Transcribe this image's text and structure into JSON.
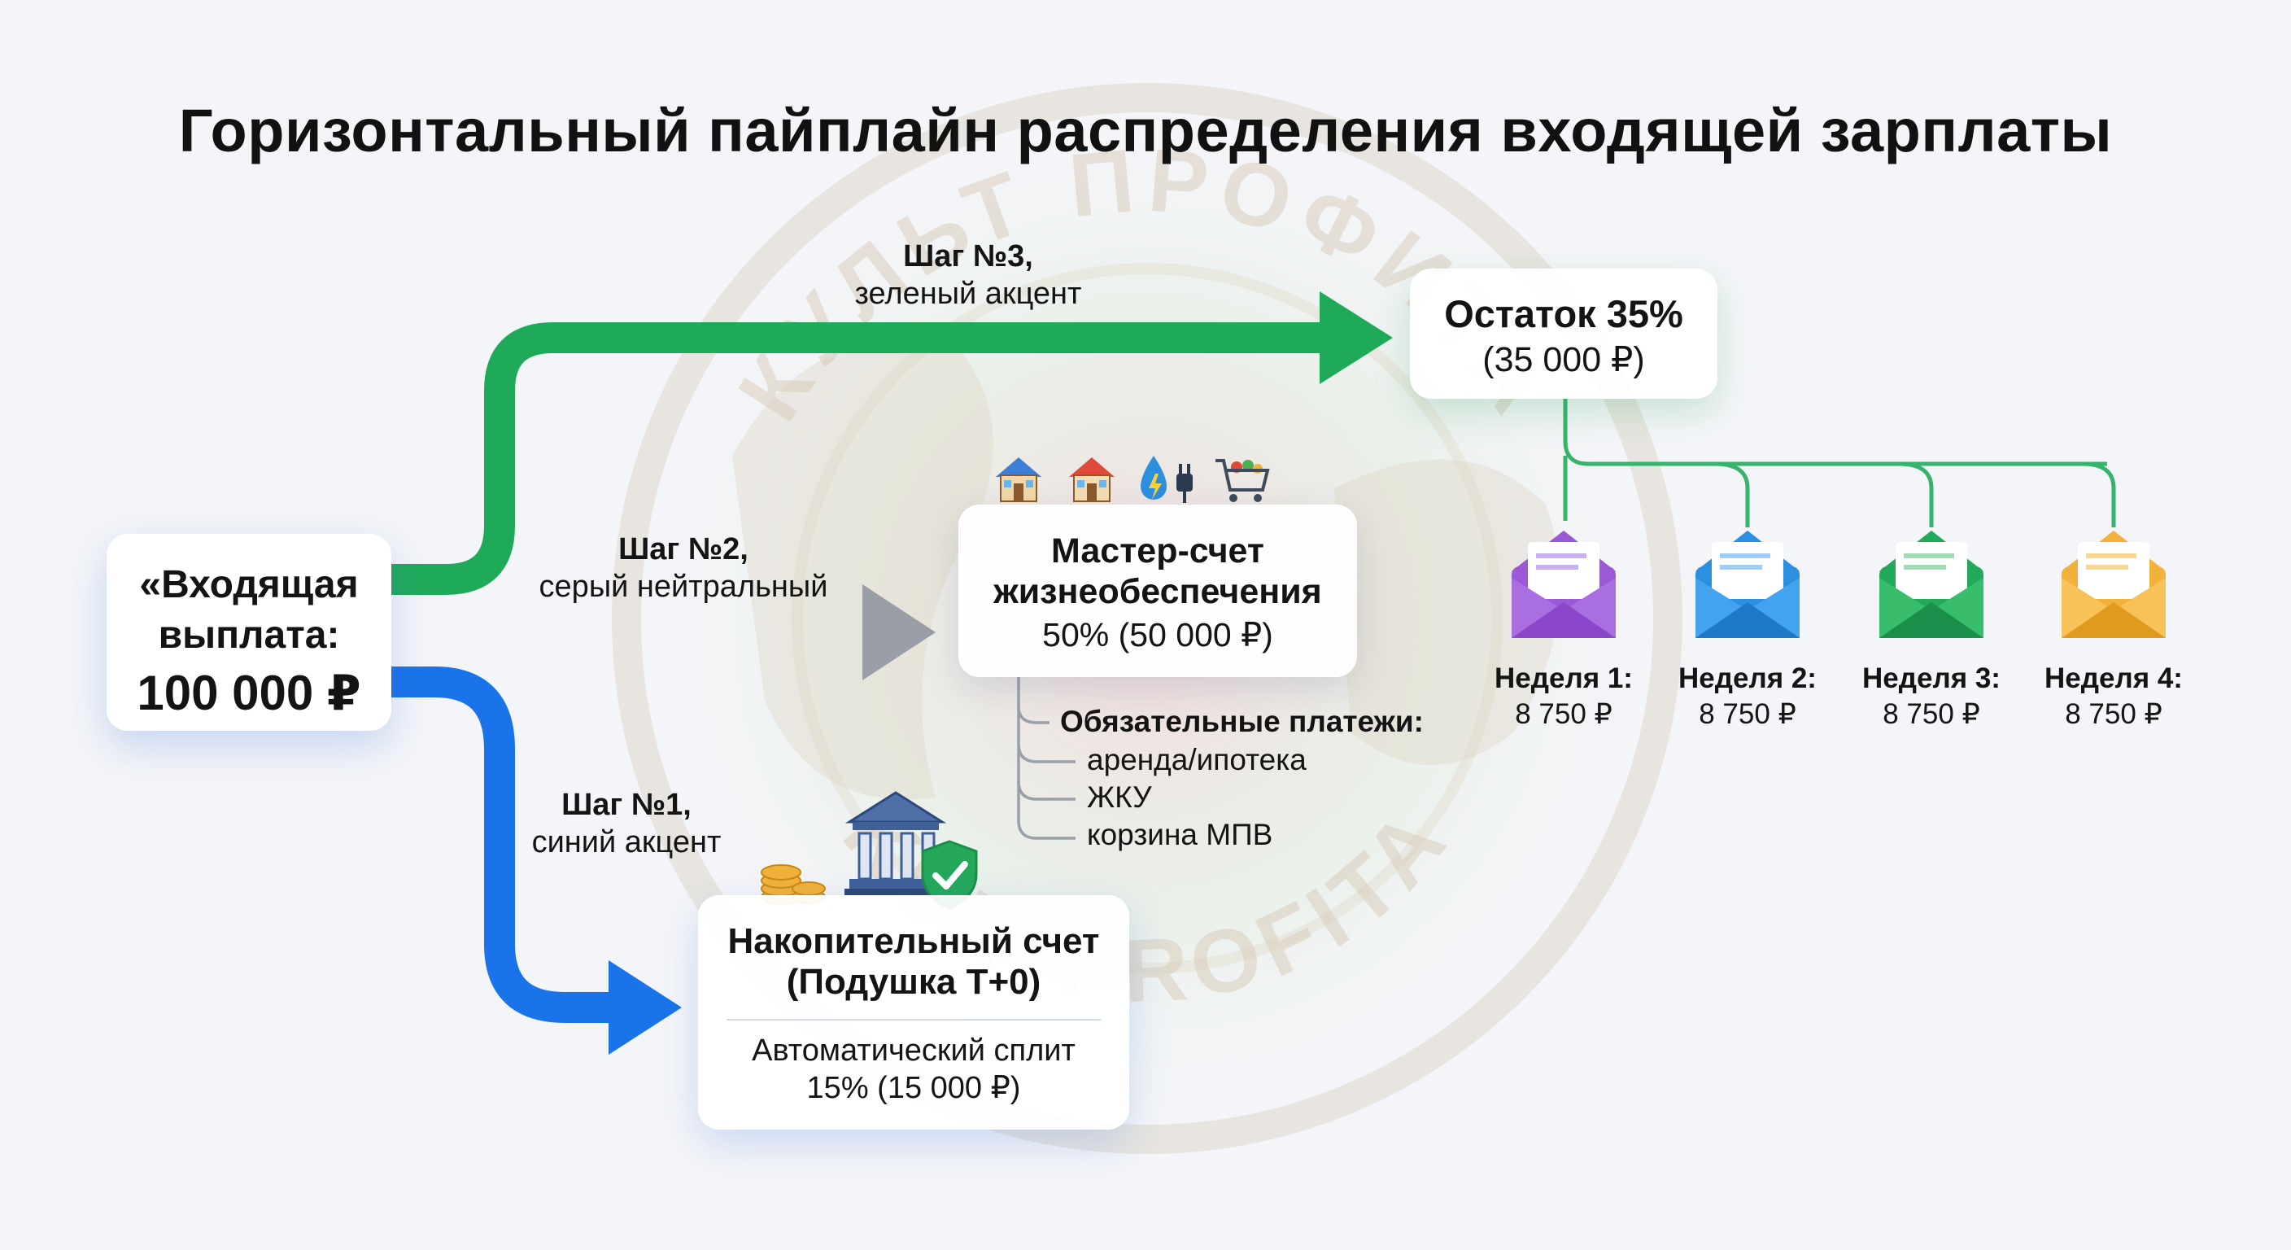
{
  "title": "Горизонтальный пайплайн распределения входящей зарплаты",
  "income": {
    "line1": "«Входящая",
    "line2": "выплата:",
    "amount": "100 000 ₽"
  },
  "steps": [
    {
      "label": "Шаг №1,",
      "caption": "синий акцент",
      "color": "#1a73e8"
    },
    {
      "label": "Шаг №2,",
      "caption": "серый нейтральный",
      "color": "#a3a7ae"
    },
    {
      "label": "Шаг №3,",
      "caption": "зеленый акцент",
      "color": "#1faa59"
    }
  ],
  "master": {
    "line1": "Мастер-счет",
    "line2": "жизнеобеспечения",
    "value": "50% (50 000 ₽)",
    "payments_title": "Обязательные платежи:",
    "payments": [
      "аренда/ипотека",
      "ЖКУ",
      "корзина МПВ"
    ],
    "icons": [
      "house-icon",
      "house-icon",
      "utility-drop-plug-icon",
      "shopping-cart-icon"
    ]
  },
  "remainder": {
    "line1": "Остаток 35%",
    "line2": "(35 000 ₽)"
  },
  "savings": {
    "line1": "Накопительный счет",
    "line2": "(Подушка Т+0)",
    "line3": "Автоматический сплит",
    "line4": "15% (15 000 ₽)",
    "icons": [
      "coins-icon",
      "bank-icon",
      "shield-check-icon"
    ]
  },
  "weeks": [
    {
      "label": "Неделя 1:",
      "amount": "8 750 ₽",
      "color": "#9b59d6"
    },
    {
      "label": "Неделя 2:",
      "amount": "8 750 ₽",
      "color": "#2d8fe0"
    },
    {
      "label": "Неделя 3:",
      "amount": "8 750 ₽",
      "color": "#24a85a"
    },
    {
      "label": "Неделя 4:",
      "amount": "8 750 ₽",
      "color": "#f2b13a"
    }
  ],
  "watermark": {
    "text_top": "КУЛЬТ ПРОФИТА",
    "text_bottom": "KULTPROFITA"
  }
}
